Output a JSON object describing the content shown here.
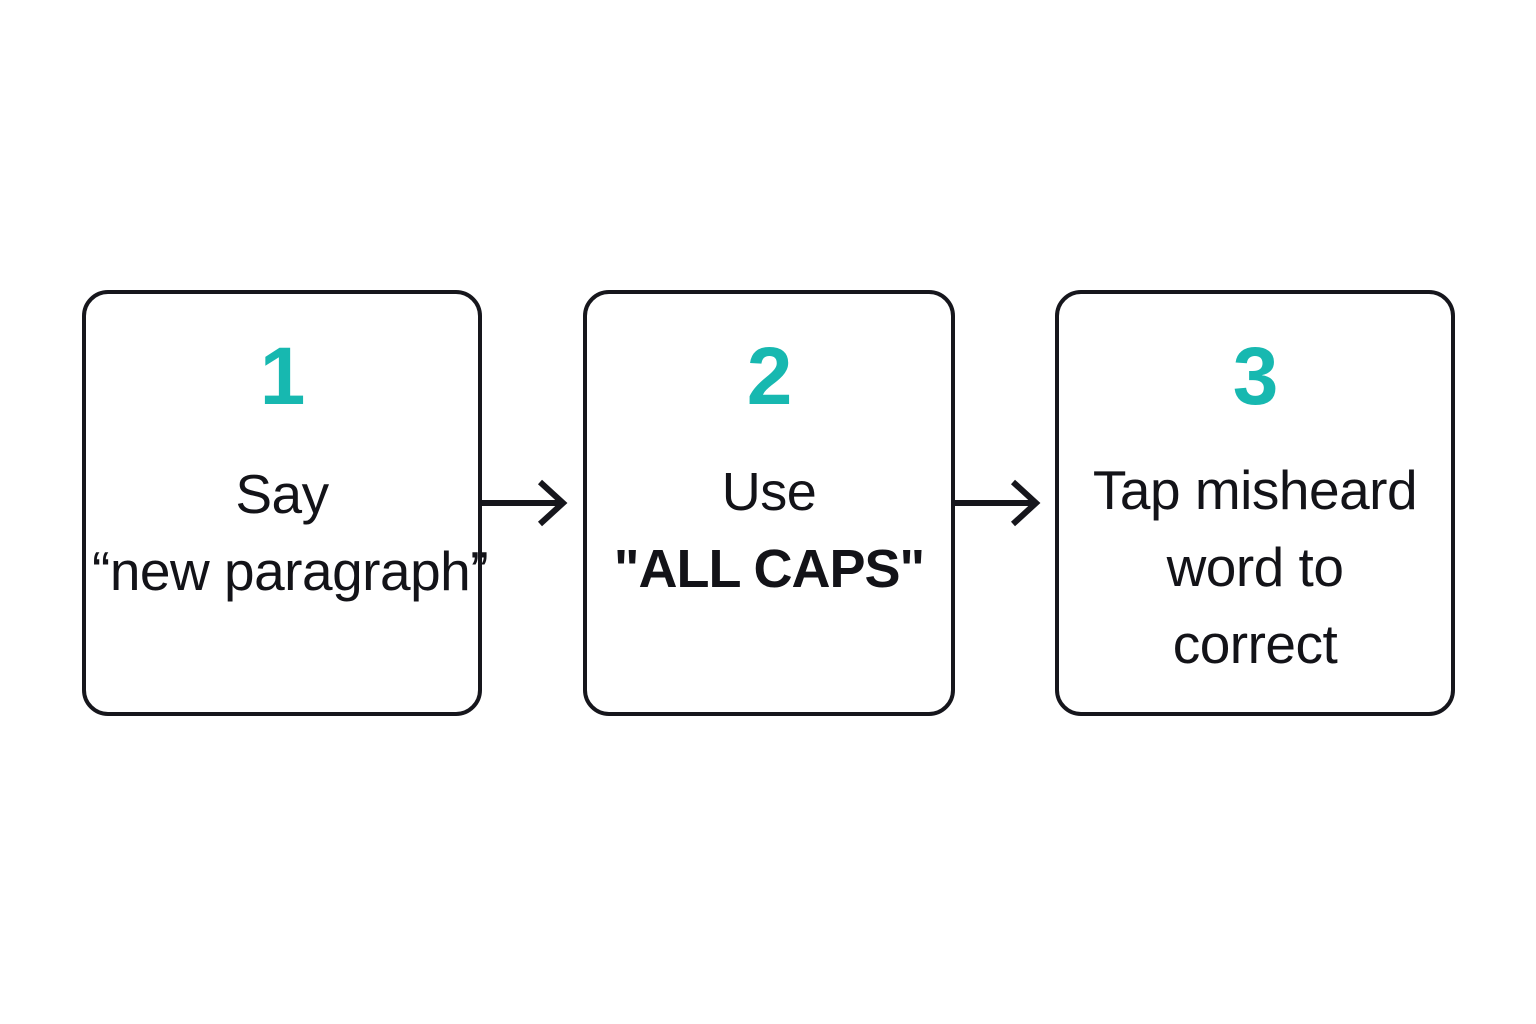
{
  "background_color": "#ffffff",
  "accent_color": "#17b8b0",
  "text_color": "#131318",
  "border_color": "#16161c",
  "diagram": {
    "type": "horizontal-flow",
    "step_count": 3,
    "steps": [
      {
        "number": "1",
        "lines": [
          {
            "text": "Say",
            "bold": false
          },
          {
            "text": "“new paragraph”",
            "bold": false
          }
        ]
      },
      {
        "number": "2",
        "lines": [
          {
            "text": "Use",
            "bold": false
          },
          {
            "text": "\"ALL CAPS\"",
            "bold": true
          }
        ]
      },
      {
        "number": "3",
        "lines": [
          {
            "text": "Tap misheard",
            "bold": false
          },
          {
            "text": "word to",
            "bold": false
          },
          {
            "text": "correct",
            "bold": false
          }
        ]
      }
    ],
    "connectors": [
      {
        "name": "arrow-step1-to-step2",
        "icon": "arrow-right-icon"
      },
      {
        "name": "arrow-step2-to-step3",
        "icon": "arrow-right-icon"
      }
    ]
  }
}
